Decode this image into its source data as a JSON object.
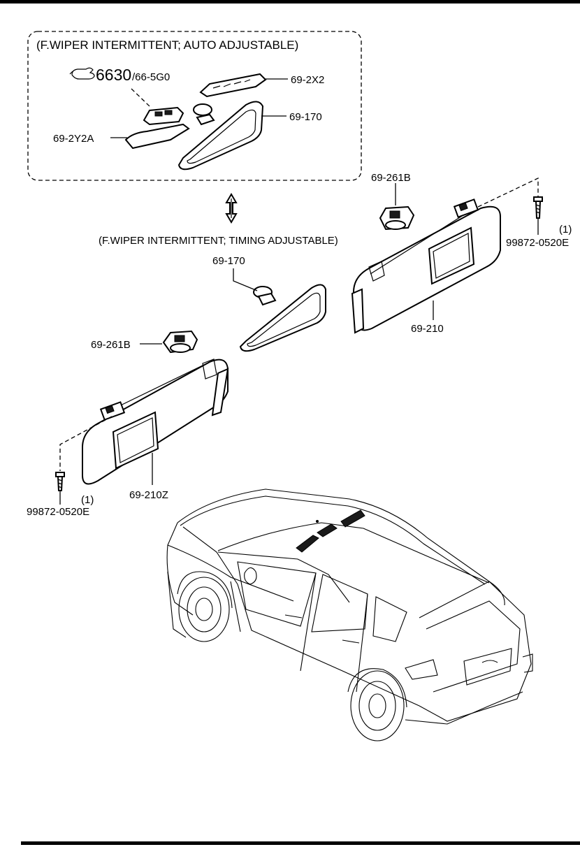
{
  "variant_auto": {
    "caption": "(F.WIPER INTERMITTENT; AUTO ADJUSTABLE)"
  },
  "variant_timing": {
    "caption": "(F.WIPER INTERMITTENT; TIMING ADJUSTABLE)"
  },
  "ref": {
    "main": "6630",
    "sub": "/66-5G0"
  },
  "parts": {
    "cover_upper": "69-2X2",
    "mirror_auto": "69-170",
    "cover_lower": "69-2Y2A",
    "mirror_timing": "69-170",
    "holder_right": "69-261B",
    "holder_left": "69-261B",
    "visor_right": "69-210",
    "visor_left": "69-210Z",
    "screw_right": "99872-0520E",
    "screw_right_qty": "(1)",
    "screw_left": "99872-0520E",
    "screw_left_qty": "(1)"
  },
  "icons": {
    "reference": "pointing-hand-icon",
    "swap": "double-arrow-icon"
  }
}
